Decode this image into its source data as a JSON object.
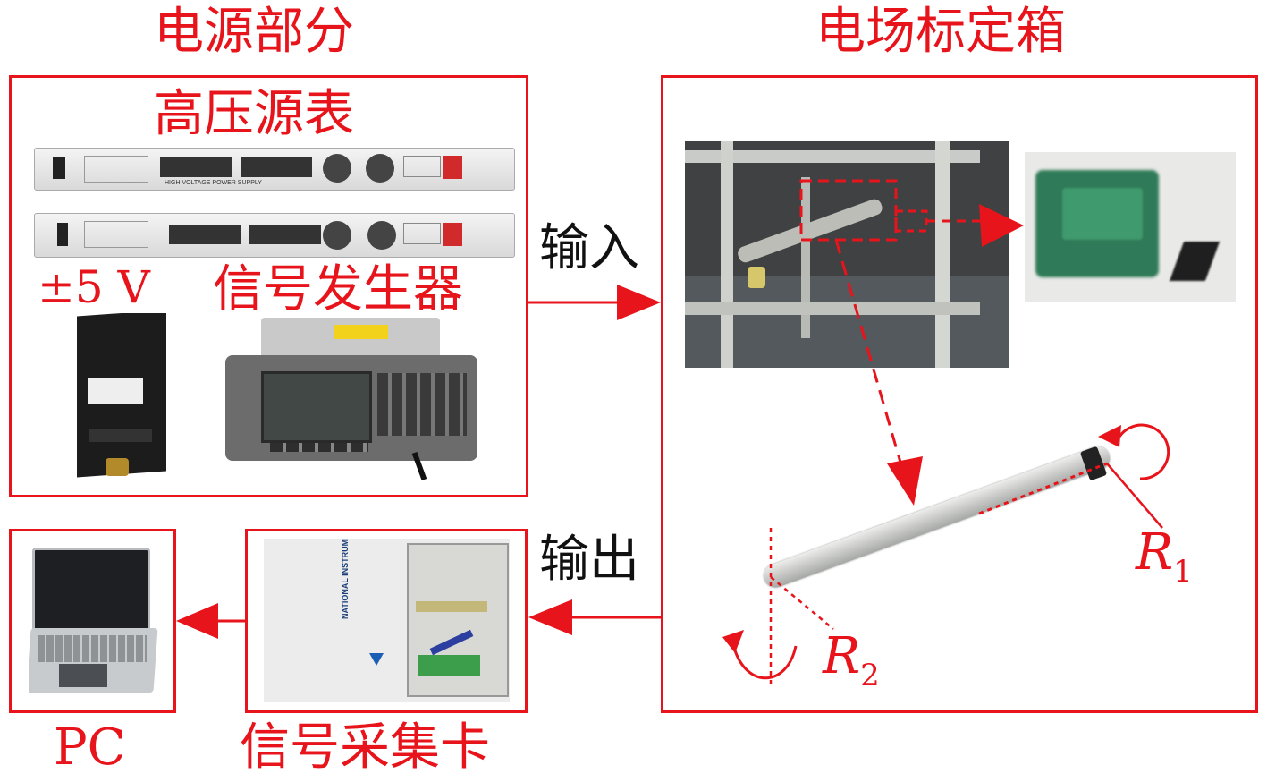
{
  "colors": {
    "accent": "#e8141b",
    "text_dark": "#111111"
  },
  "sections": {
    "power": {
      "title": "电源部分",
      "hv_meter": "高压源表",
      "pm5v": "±5 V",
      "signal_generator": "信号发生器"
    },
    "calibration": {
      "title": "电场标定箱",
      "r1_main": "R",
      "r1_sub": "1",
      "r2_main": "R",
      "r2_sub": "2"
    },
    "daq": {
      "title": "信号采集卡"
    },
    "pc": {
      "title": "PC"
    }
  },
  "arrows": {
    "input": "输入",
    "output": "输出"
  },
  "device_text": {
    "hv_supply_label": "HIGH VOLTAGE POWER SUPPLY",
    "ni_brand": "NATIONAL INSTRUMENTS"
  },
  "icons": [
    "power-supply-icon",
    "laptop-icon",
    "daq-card-icon",
    "signal-generator-icon",
    "probe-rod-icon"
  ]
}
